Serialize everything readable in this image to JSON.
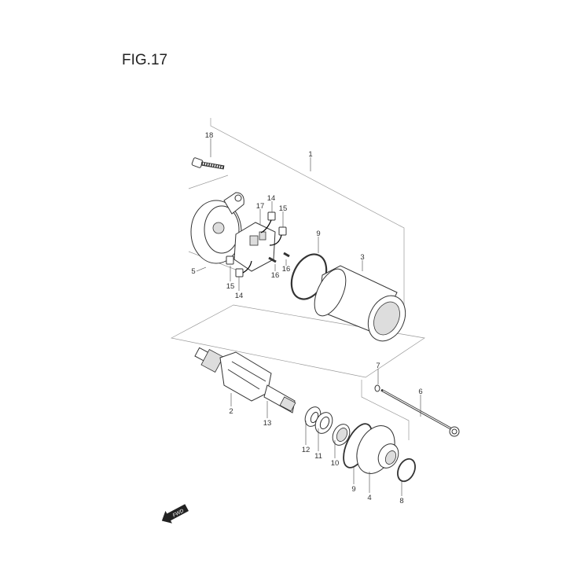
{
  "figure": {
    "title": "FIG.17"
  },
  "callouts": {
    "c1": "1",
    "c2": "2",
    "c3": "3",
    "c4": "4",
    "c5": "5",
    "c6": "6",
    "c7": "7",
    "c8": "8",
    "c9a": "9",
    "c9b": "9",
    "c10": "10",
    "c11": "11",
    "c12": "12",
    "c13": "13",
    "c14a": "14",
    "c14b": "14",
    "c15a": "15",
    "c15b": "15",
    "c16a": "16",
    "c16b": "16",
    "c17": "17",
    "c18": "18"
  },
  "fwd_arrow": {
    "text": "FWD"
  }
}
